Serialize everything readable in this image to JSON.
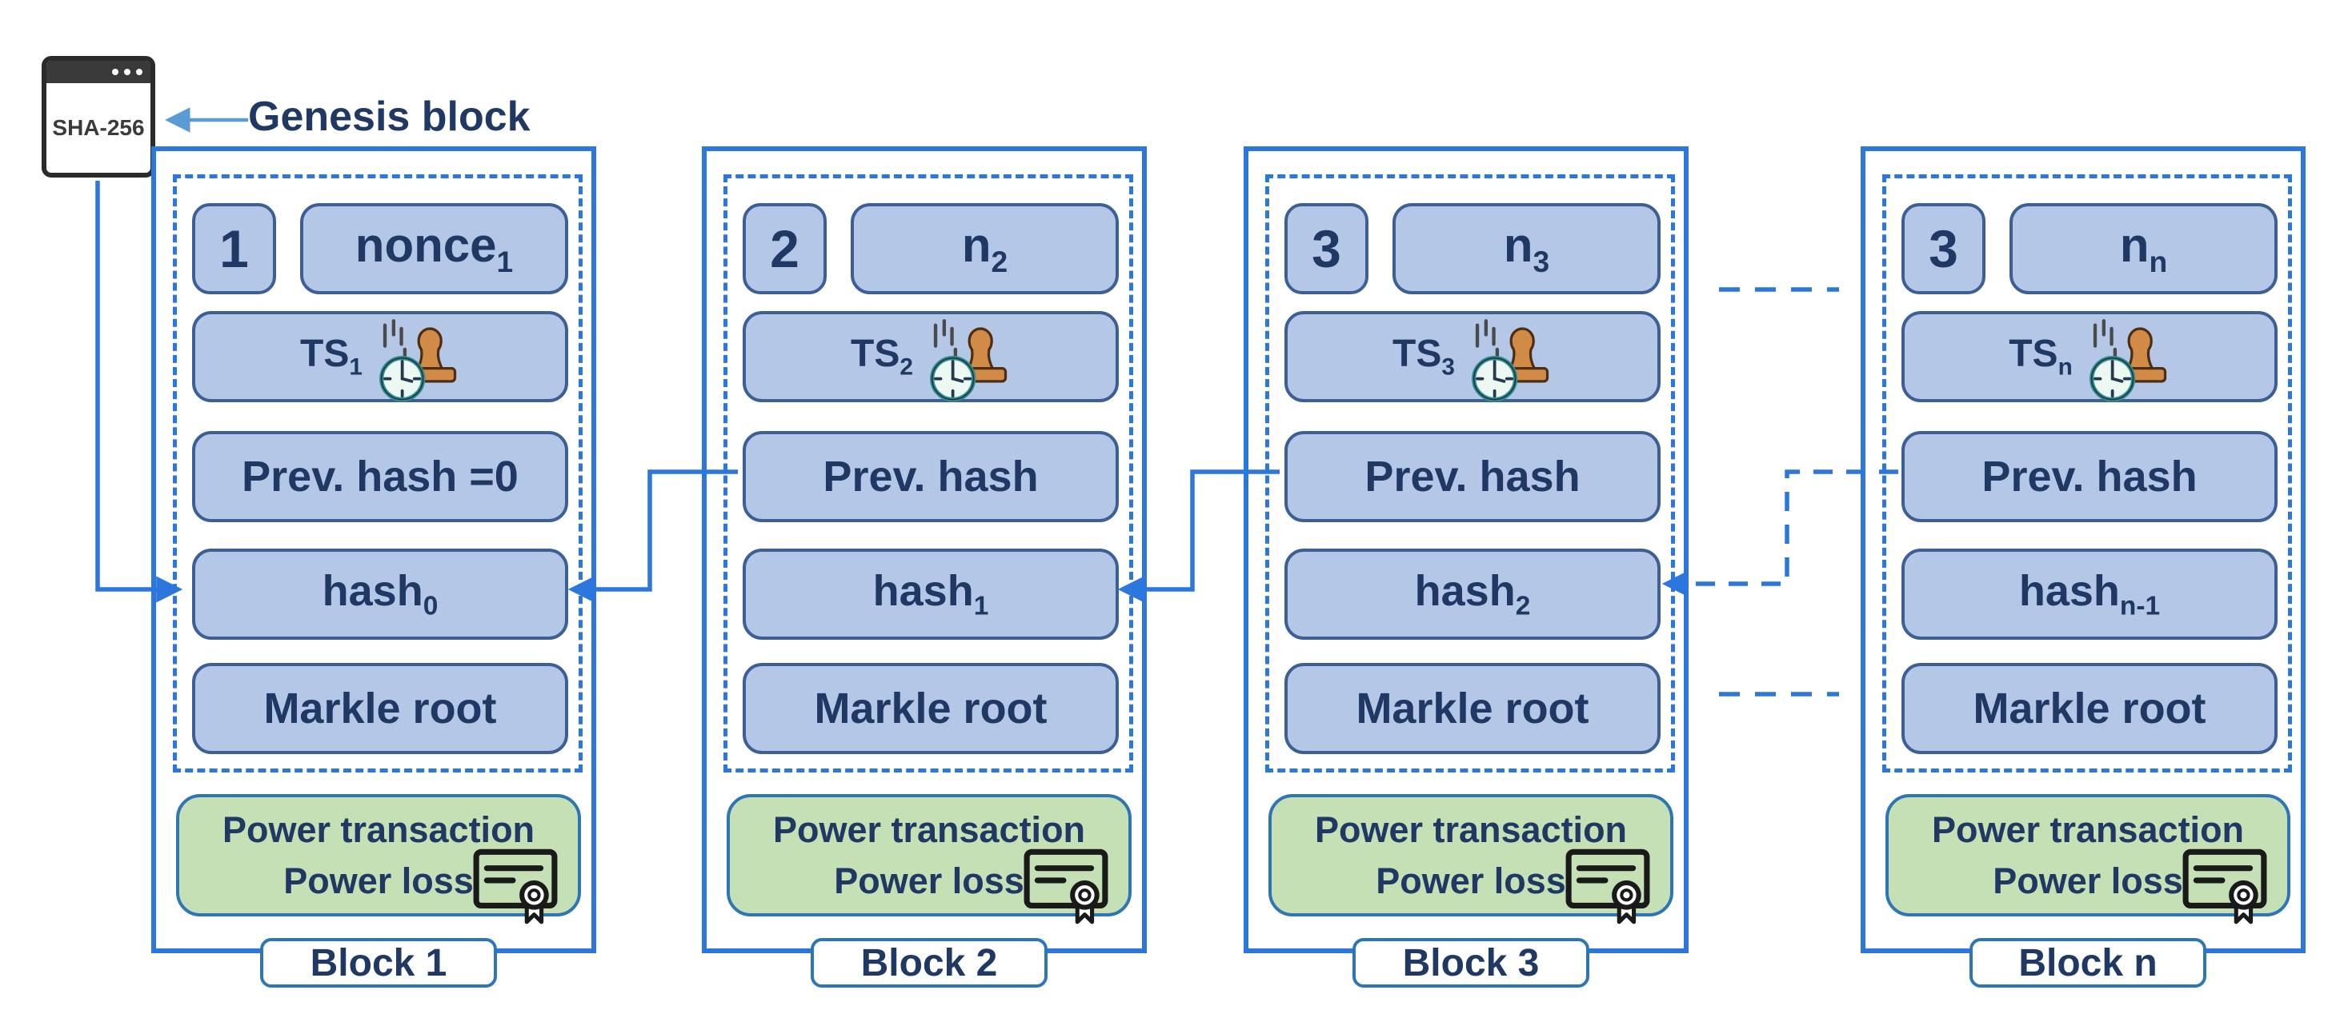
{
  "title": "Blockchain structure diagram",
  "genesis": {
    "label": "Genesis block",
    "hash_function": "SHA-256"
  },
  "colors": {
    "accent_blue": "#2b77dd",
    "field_fill": "#b4c7e7",
    "field_border": "#3c5f96",
    "green_fill": "#c5e0b4",
    "green_border": "#2e75b6",
    "text_navy": "#1f3864",
    "genesis_arrow": "#5b9bd5"
  },
  "icons": {
    "sha_window": "sha256-window-icon",
    "timestamp": "timestamp-stamp-clock-icon",
    "certificate": "certificate-seal-icon"
  },
  "blocks": [
    {
      "index_badge": "1",
      "nonce_main": "nonce",
      "nonce_sub": "1",
      "ts_main": "TS",
      "ts_sub": "1",
      "prev_hash": "Prev. hash =0",
      "hash_main": "hash",
      "hash_sub": "0",
      "merkle_root": "Markle root",
      "tx_line1": "Power transaction",
      "tx_line2": "Power loss",
      "label": "Block 1"
    },
    {
      "index_badge": "2",
      "nonce_main": "n",
      "nonce_sub": "2",
      "ts_main": "TS",
      "ts_sub": "2",
      "prev_hash": "Prev. hash",
      "hash_main": "hash",
      "hash_sub": "1",
      "merkle_root": "Markle root",
      "tx_line1": "Power transaction",
      "tx_line2": "Power loss",
      "label": "Block 2"
    },
    {
      "index_badge": "3",
      "nonce_main": "n",
      "nonce_sub": "3",
      "ts_main": "TS",
      "ts_sub": "3",
      "prev_hash": "Prev. hash",
      "hash_main": "hash",
      "hash_sub": "2",
      "merkle_root": "Markle root",
      "tx_line1": "Power transaction",
      "tx_line2": "Power loss",
      "label": "Block 3"
    },
    {
      "index_badge": "3",
      "nonce_main": "n",
      "nonce_sub": "n",
      "ts_main": "TS",
      "ts_sub": "n",
      "prev_hash": "Prev. hash",
      "hash_main": "hash",
      "hash_sub": "n-1",
      "merkle_root": "Markle root",
      "tx_line1": "Power transaction",
      "tx_line2": "Power loss",
      "label": "Block n"
    }
  ]
}
